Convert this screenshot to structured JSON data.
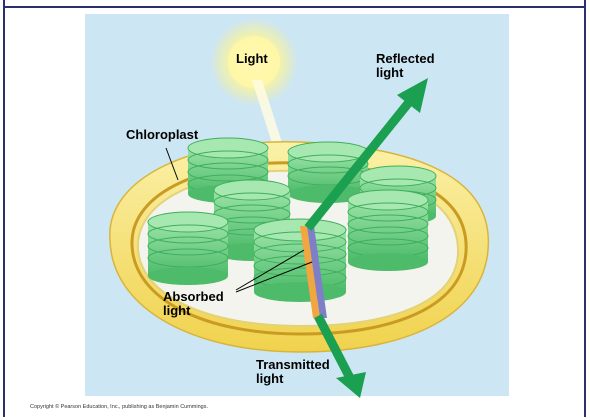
{
  "labels": {
    "light": "Light",
    "reflected": "Reflected\nlight",
    "chloroplast": "Chloroplast",
    "absorbed": "Absorbed\nlight",
    "transmitted": "Transmitted\nlight"
  },
  "copyright": "Copyright © Pearson Education, Inc., publishing as Benjamin Cummings.",
  "colors": {
    "background_panel": "#cde6f4",
    "outer_membrane": "#f5e27a",
    "stroma": "#f4f4ee",
    "grana": "#6fcf86",
    "light_beam": "#1aa050",
    "sun": "#fff27a"
  }
}
